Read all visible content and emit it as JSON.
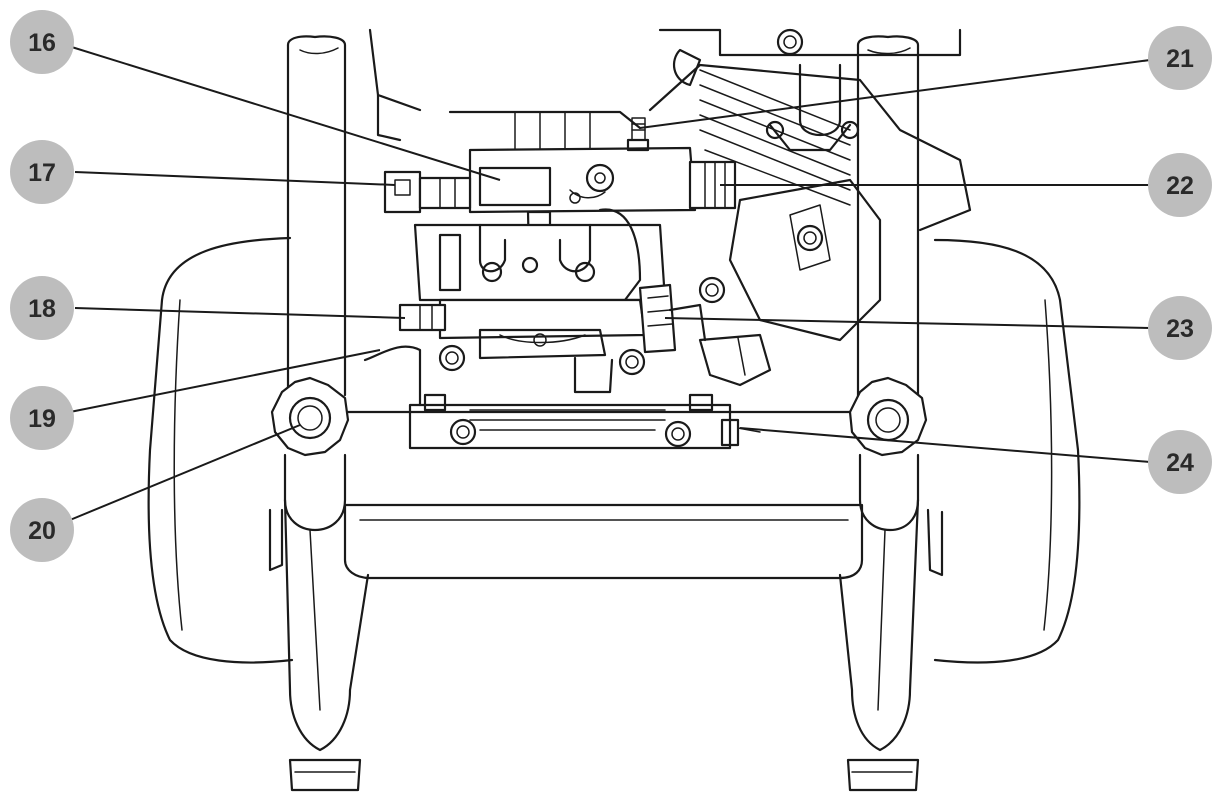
{
  "callouts": [
    {
      "number": "16"
    },
    {
      "number": "17"
    },
    {
      "number": "18"
    },
    {
      "number": "19"
    },
    {
      "number": "20"
    },
    {
      "number": "21"
    },
    {
      "number": "22"
    },
    {
      "number": "23"
    },
    {
      "number": "24"
    }
  ]
}
